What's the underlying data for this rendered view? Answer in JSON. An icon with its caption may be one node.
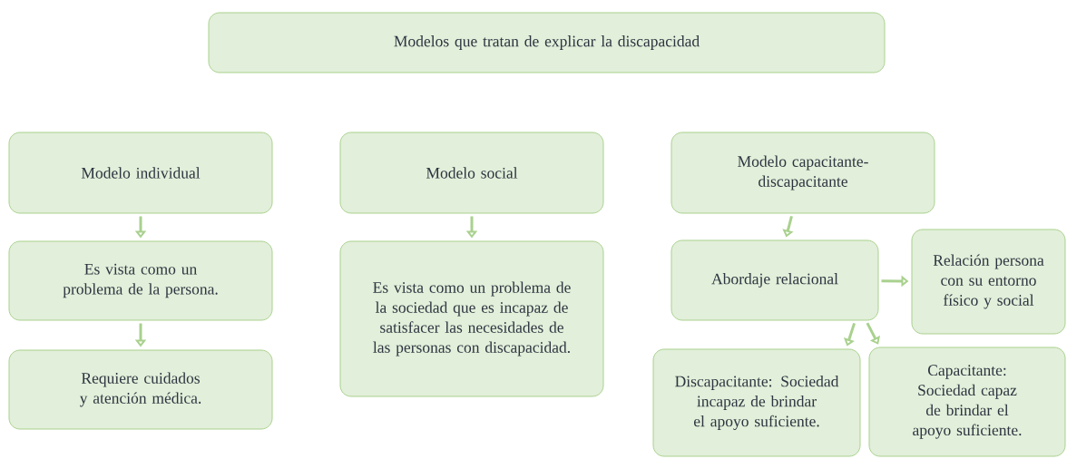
{
  "diagram": {
    "nodes": [
      {
        "text": [
          "Modelos que tratan de explicar la discapacidad"
        ]
      },
      {
        "text": [
          "Modelo individual"
        ]
      },
      {
        "text": [
          "Es vista como un problema de la persona."
        ]
      },
      {
        "text": [
          "Requiere cuidados y atención médica."
        ]
      },
      {
        "text": [
          "Modelo social"
        ]
      },
      {
        "text": [
          "Es vista como un problema de la sociedad que es incapaz de satisfacer las necesidades de las personas con discapacidad."
        ]
      },
      {
        "text": [
          "Modelo capacitante-discapacitante"
        ]
      },
      {
        "text": [
          "Abordaje relacional"
        ]
      },
      {
        "text": [
          "Relación persona con su entorno físico y social"
        ]
      },
      {
        "text": [
          "Discapacitante: Sociedad incapaz de brindar el apoyo suficiente."
        ]
      },
      {
        "text": [
          "Capacitante: Sociedad capaz de brindar el apoyo suficiente."
        ]
      }
    ],
    "edges": [
      {
        "from": 1,
        "to": 2,
        "arrow": "to"
      },
      {
        "from": 2,
        "to": 3,
        "arrow": "to"
      },
      {
        "from": 4,
        "to": 5,
        "arrow": "to"
      },
      {
        "from": 6,
        "to": 7,
        "arrow": "to"
      },
      {
        "from": 7,
        "to": 8,
        "arrow": "to"
      },
      {
        "from": 7,
        "to": 9,
        "arrow": "to"
      },
      {
        "from": 7,
        "to": 10,
        "arrow": "to"
      }
    ]
  }
}
